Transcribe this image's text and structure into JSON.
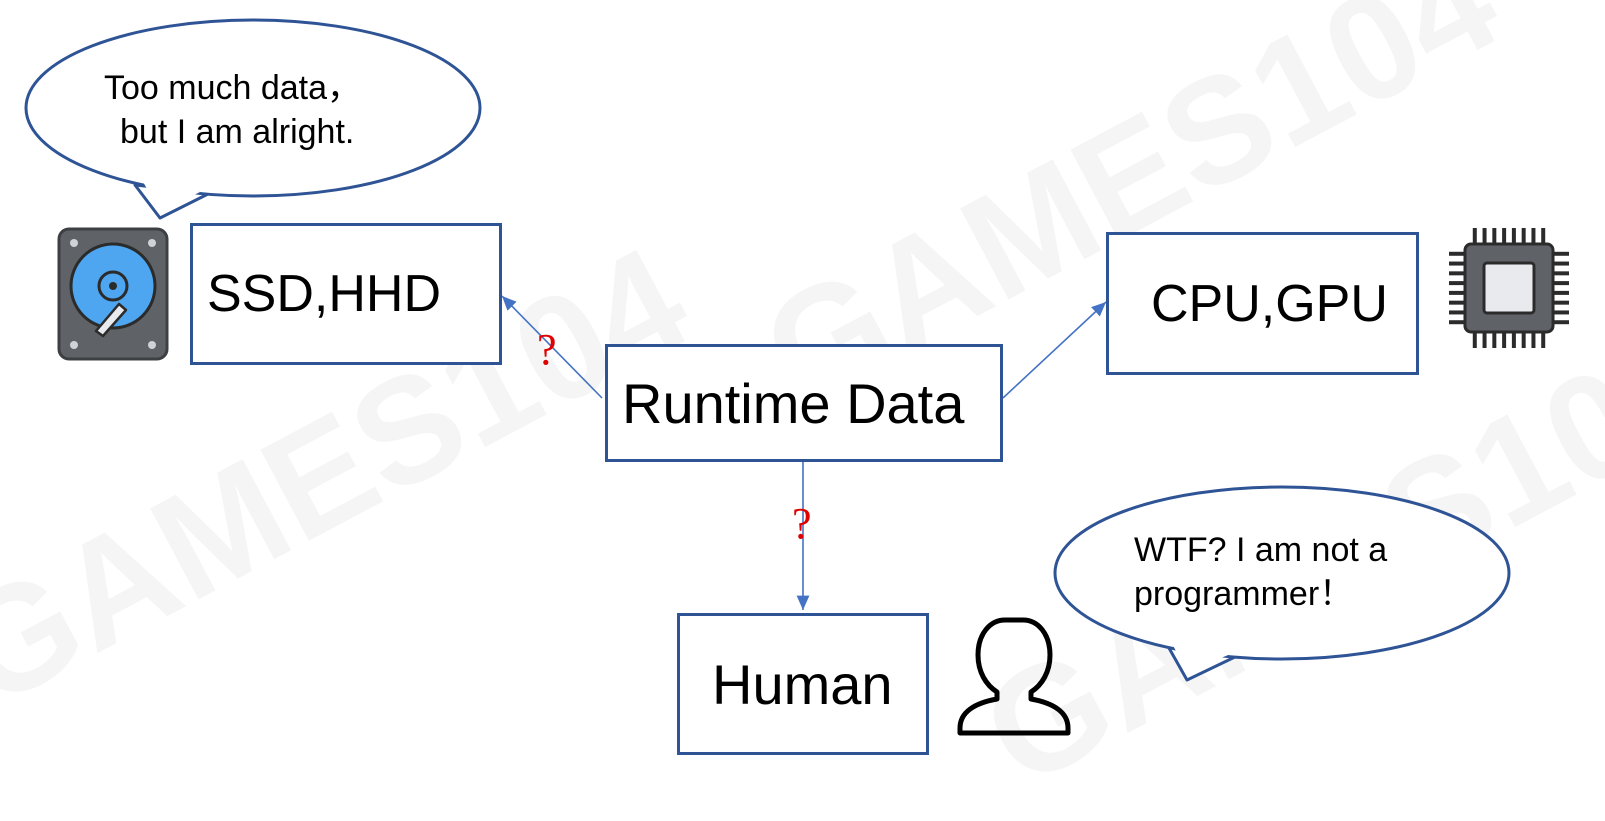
{
  "watermark": "GAMES104",
  "nodes": {
    "storage": "SSD,HHD",
    "runtime": "Runtime Data",
    "compute": "CPU,GPU",
    "human": "Human"
  },
  "bubbles": {
    "storage": [
      "Too much data，",
      "but I am alright."
    ],
    "human": [
      "WTF? I am not a",
      "programmer！"
    ]
  },
  "edge_labels": {
    "runtime_to_storage": "?",
    "runtime_to_human": "?"
  },
  "icons": {
    "storage": "hard-drive-icon",
    "compute": "cpu-chip-icon",
    "human": "person-icon"
  },
  "colors": {
    "box_border": "#2f5496",
    "arrow": "#4472c4",
    "question_mark": "#e00000",
    "icon_gray": "#5f6368",
    "disk_blue": "#4ea6f0"
  }
}
